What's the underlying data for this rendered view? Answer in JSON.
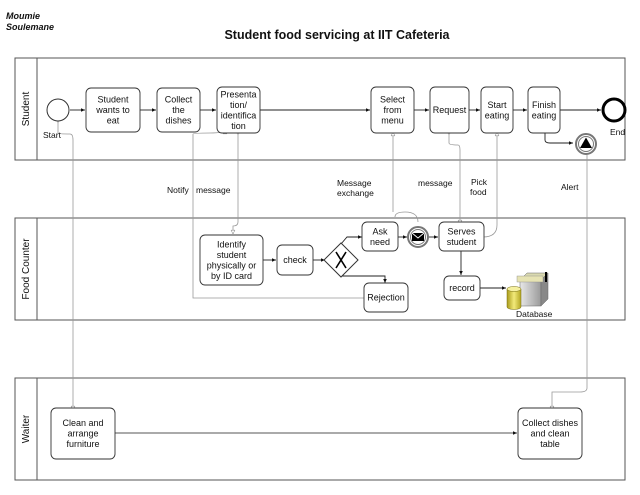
{
  "author": [
    "Moumie",
    "Soulemane"
  ],
  "title": "Student food servicing at IIT Cafeteria",
  "lanes": [
    {
      "id": "student",
      "label": "Student"
    },
    {
      "id": "food-counter",
      "label": "Food Counter"
    },
    {
      "id": "waiter",
      "label": "Waiter"
    }
  ],
  "events": {
    "start": "Start",
    "end": "End"
  },
  "tasks": {
    "student_wants": [
      "Student",
      "wants to",
      "eat"
    ],
    "collect_dishes": [
      "Collect",
      "the",
      "dishes"
    ],
    "presentation": [
      "Presenta",
      "tion/",
      "identifica",
      "tion"
    ],
    "select_menu": [
      "Select",
      "from",
      "menu"
    ],
    "request": [
      "Request"
    ],
    "start_eating": [
      "Start",
      "eating"
    ],
    "finish_eating": [
      "Finish",
      "eating"
    ],
    "identify": [
      "Identify",
      "student",
      "physically or",
      "by ID card"
    ],
    "check": [
      "check"
    ],
    "ask_need": [
      "Ask",
      "need"
    ],
    "serves": [
      "Serves",
      "student"
    ],
    "record": [
      "record"
    ],
    "rejection": [
      "Rejection"
    ],
    "clean_arrange": [
      "Clean and",
      "arrange",
      "furniture"
    ],
    "collect_clean": [
      "Collect dishes",
      "and clean",
      "table"
    ]
  },
  "flow_labels": {
    "notify": "Notify",
    "message1": "message",
    "message_exchange": [
      "Message",
      "exchange"
    ],
    "message2": "message",
    "pick_food": [
      "Pick",
      "food"
    ],
    "alert": "Alert"
  },
  "datastore": "Database"
}
